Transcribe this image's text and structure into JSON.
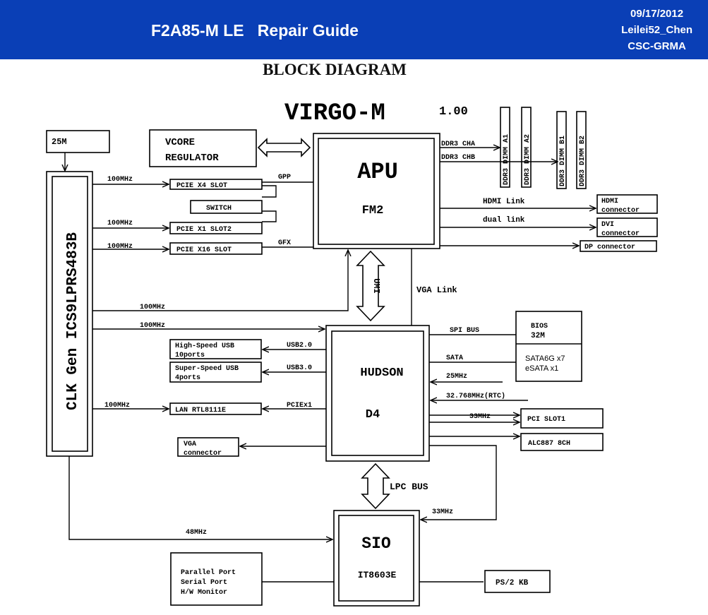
{
  "header": {
    "title": "F2A85-M LE   Repair Guide",
    "date": "09/17/2012",
    "author": "Leilei52_Chen",
    "dept": "CSC-GRMA",
    "bg_color": "#0a3fb6"
  },
  "page_heading": "BLOCK DIAGRAM",
  "diagram": {
    "board_name": "VIRGO-M",
    "board_version": "1.00",
    "clock_source": "25M",
    "clock_gen": "CLK Gen ICS9LPRS483B",
    "vcore_line1": "VCORE",
    "vcore_line2": "REGULATOR",
    "apu_title": "APU",
    "apu_socket": "FM2",
    "ddr3_cha": "DDR3 CHA",
    "ddr3_chb": "DDR3 CHB",
    "dimm_slots": [
      "DDR3 DIMM A1",
      "DDR3 DIMM A2",
      "DDR3 DIMM B1",
      "DDR3 DIMM B2"
    ],
    "hdmi_link": "HDMI Link",
    "hdmi_conn_1": "HDMI",
    "hdmi_conn_2": "connector",
    "dual_link": "dual link",
    "dvi_conn_1": "DVI",
    "dvi_conn_2": "connector",
    "dp_conn": "DP connector",
    "freq_pcie_x4": "100MHz",
    "pcie_x4": "PCIE X4 SLOT",
    "gpp": "GPP",
    "switch": "SWITCH",
    "freq_pcie_x1": "100MHz",
    "pcie_x1": "PCIE X1 SLOT2",
    "freq_pcie_x16": "100MHz",
    "pcie_x16": "PCIE X16 SLOT",
    "gfx": "GFX",
    "umi": "UMI",
    "vga_link": "VGA Link",
    "freq_apu_clk": "100MHz",
    "freq_hudson_clk": "100MHz",
    "hudson_title": "HUDSON",
    "hudson_model": "D4",
    "usb2_line1": "High-Speed USB",
    "usb2_line2": "10ports",
    "usb2_bus": "USB2.0",
    "usb3_line1": "Super-Speed USB",
    "usb3_line2": "4ports",
    "usb3_bus": "USB3.0",
    "freq_lan": "100MHz",
    "lan": "LAN RTL8111E",
    "pciex1": "PCIEx1",
    "vga_conn_1": "VGA",
    "vga_conn_2": "connector",
    "spi_bus": "SPI BUS",
    "bios": "BIOS",
    "bios_size": "32M",
    "bios_size_color": "#b01c1c",
    "sata": "SATA",
    "sata_line1": "SATA6G x7",
    "sata_line2": "eSATA x1",
    "freq_25": "25MHz",
    "freq_rtc": "32.768MHz(RTC)",
    "freq_33_pci": "33MHz",
    "pci_slot": "PCI SLOT1",
    "alc": "ALC887  8CH",
    "lpc_bus": "LPC BUS",
    "freq_33_sio": "33MHz",
    "freq_48": "48MHz",
    "sio_title": "SIO",
    "sio_model": "IT8603E",
    "io_line1": "Parallel Port",
    "io_line2": "Serial Port",
    "io_line3": "H/W Monitor",
    "ps2": "PS/2 KB"
  }
}
